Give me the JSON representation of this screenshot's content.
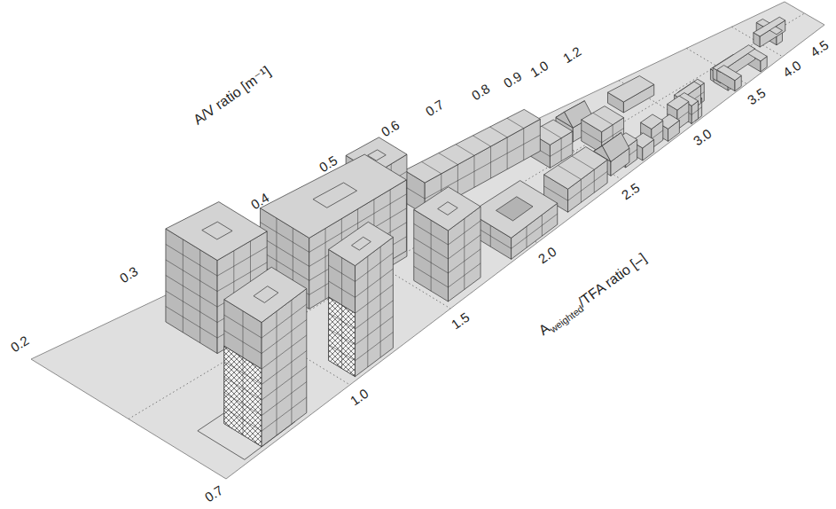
{
  "diagram": {
    "labels": [
      "A/V ratio [m⁻¹]",
      "0.2",
      "0.3",
      "0.4",
      "0.5",
      "0.6",
      "0.7",
      "0.8",
      "0.9",
      "1.0",
      "1.2",
      "A",
      "weighted",
      "/TFA ratio [–]",
      "0.7",
      "1.0",
      "1.5",
      "2.0",
      "2.5",
      "3.0",
      "3.5",
      "4.0",
      "4.5"
    ]
  }
}
